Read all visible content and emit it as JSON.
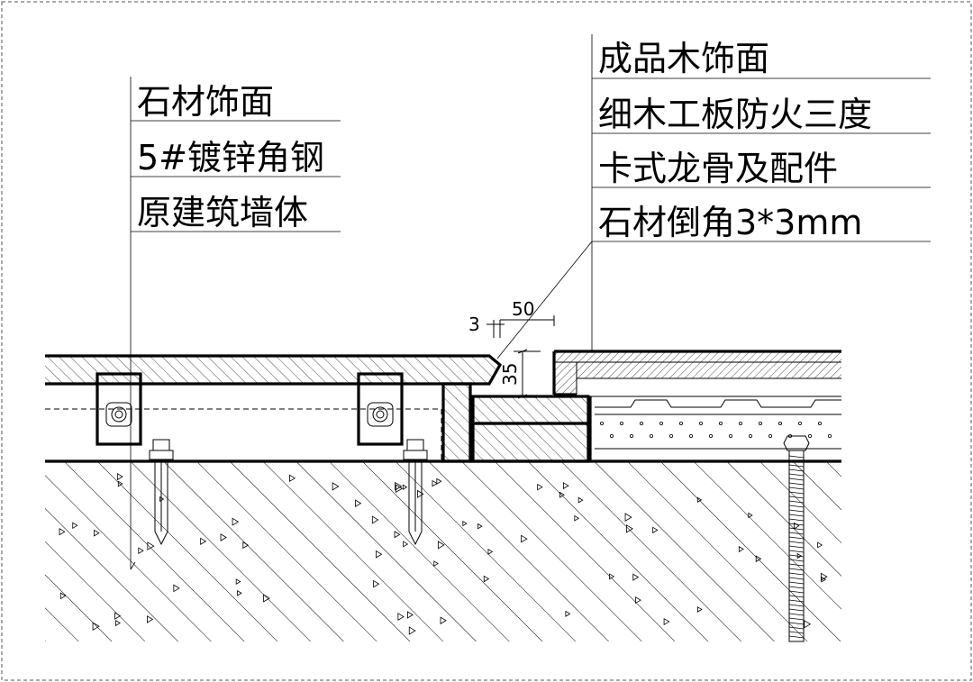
{
  "left_callout": {
    "items": [
      "石材饰面",
      "5#镀锌角钢",
      "原建筑墙体"
    ]
  },
  "right_callout": {
    "items": [
      "成品木饰面",
      "细木工板防火三度",
      "卡式龙骨及配件",
      "石材倒角3*3mm"
    ]
  },
  "dimensions": {
    "gap": "3",
    "width": "50",
    "depth": "35"
  },
  "colors": {
    "line": "#000000",
    "border": "#555555",
    "background": "#ffffff"
  }
}
